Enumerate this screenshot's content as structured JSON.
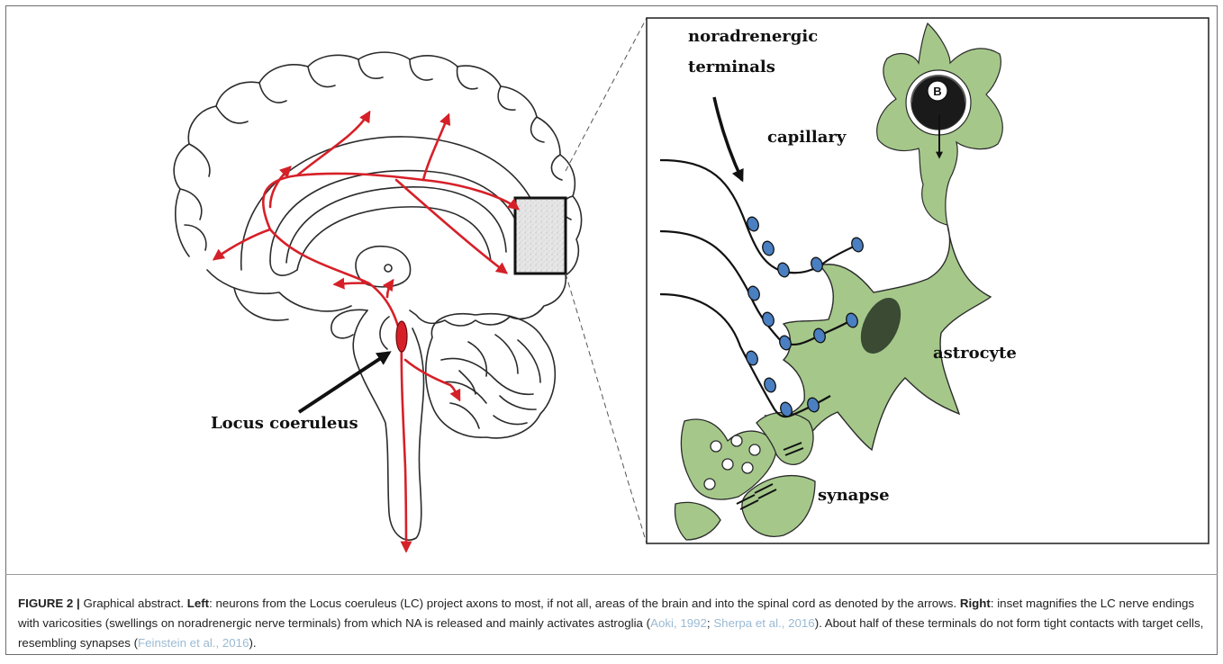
{
  "figure": {
    "left_panel": {
      "locus_label": "Locus coeruleus"
    },
    "right_panel": {
      "labels": {
        "noradrenergic_1": "noradrenergic",
        "noradrenergic_2": "terminals",
        "capillary": "capillary",
        "astrocyte": "astrocyte",
        "synapse": "synapse",
        "capillary_letter": "B"
      }
    },
    "colors": {
      "arrow_red": "#d62028",
      "astrocyte_green": "#a5c88a",
      "varicosity_blue": "#4a7fc1",
      "inset_gray": "#dcdcdc"
    }
  },
  "caption": {
    "label": "FIGURE 2 |",
    "intro": " Graphical abstract. ",
    "left_heading": "Left",
    "left_text": ": neurons from the Locus coeruleus (LC) project axons to most, if not all, areas of the brain and into the spinal cord as denoted by the arrows. ",
    "right_heading": "Right",
    "right_text": ": inset magnifies the LC nerve endings with varicosities (swellings on noradrenergic nerve terminals) from which NA is released and mainly activates astroglia (",
    "cite_1": "Aoki, 1992",
    "sep_1": "; ",
    "cite_2": "Sherpa et al., 2016",
    "mid_text": "). About half of these terminals do not form tight contacts with target cells, resembling synapses (",
    "cite_3": "Feinstein et al., 2016",
    "end_text": ")."
  }
}
